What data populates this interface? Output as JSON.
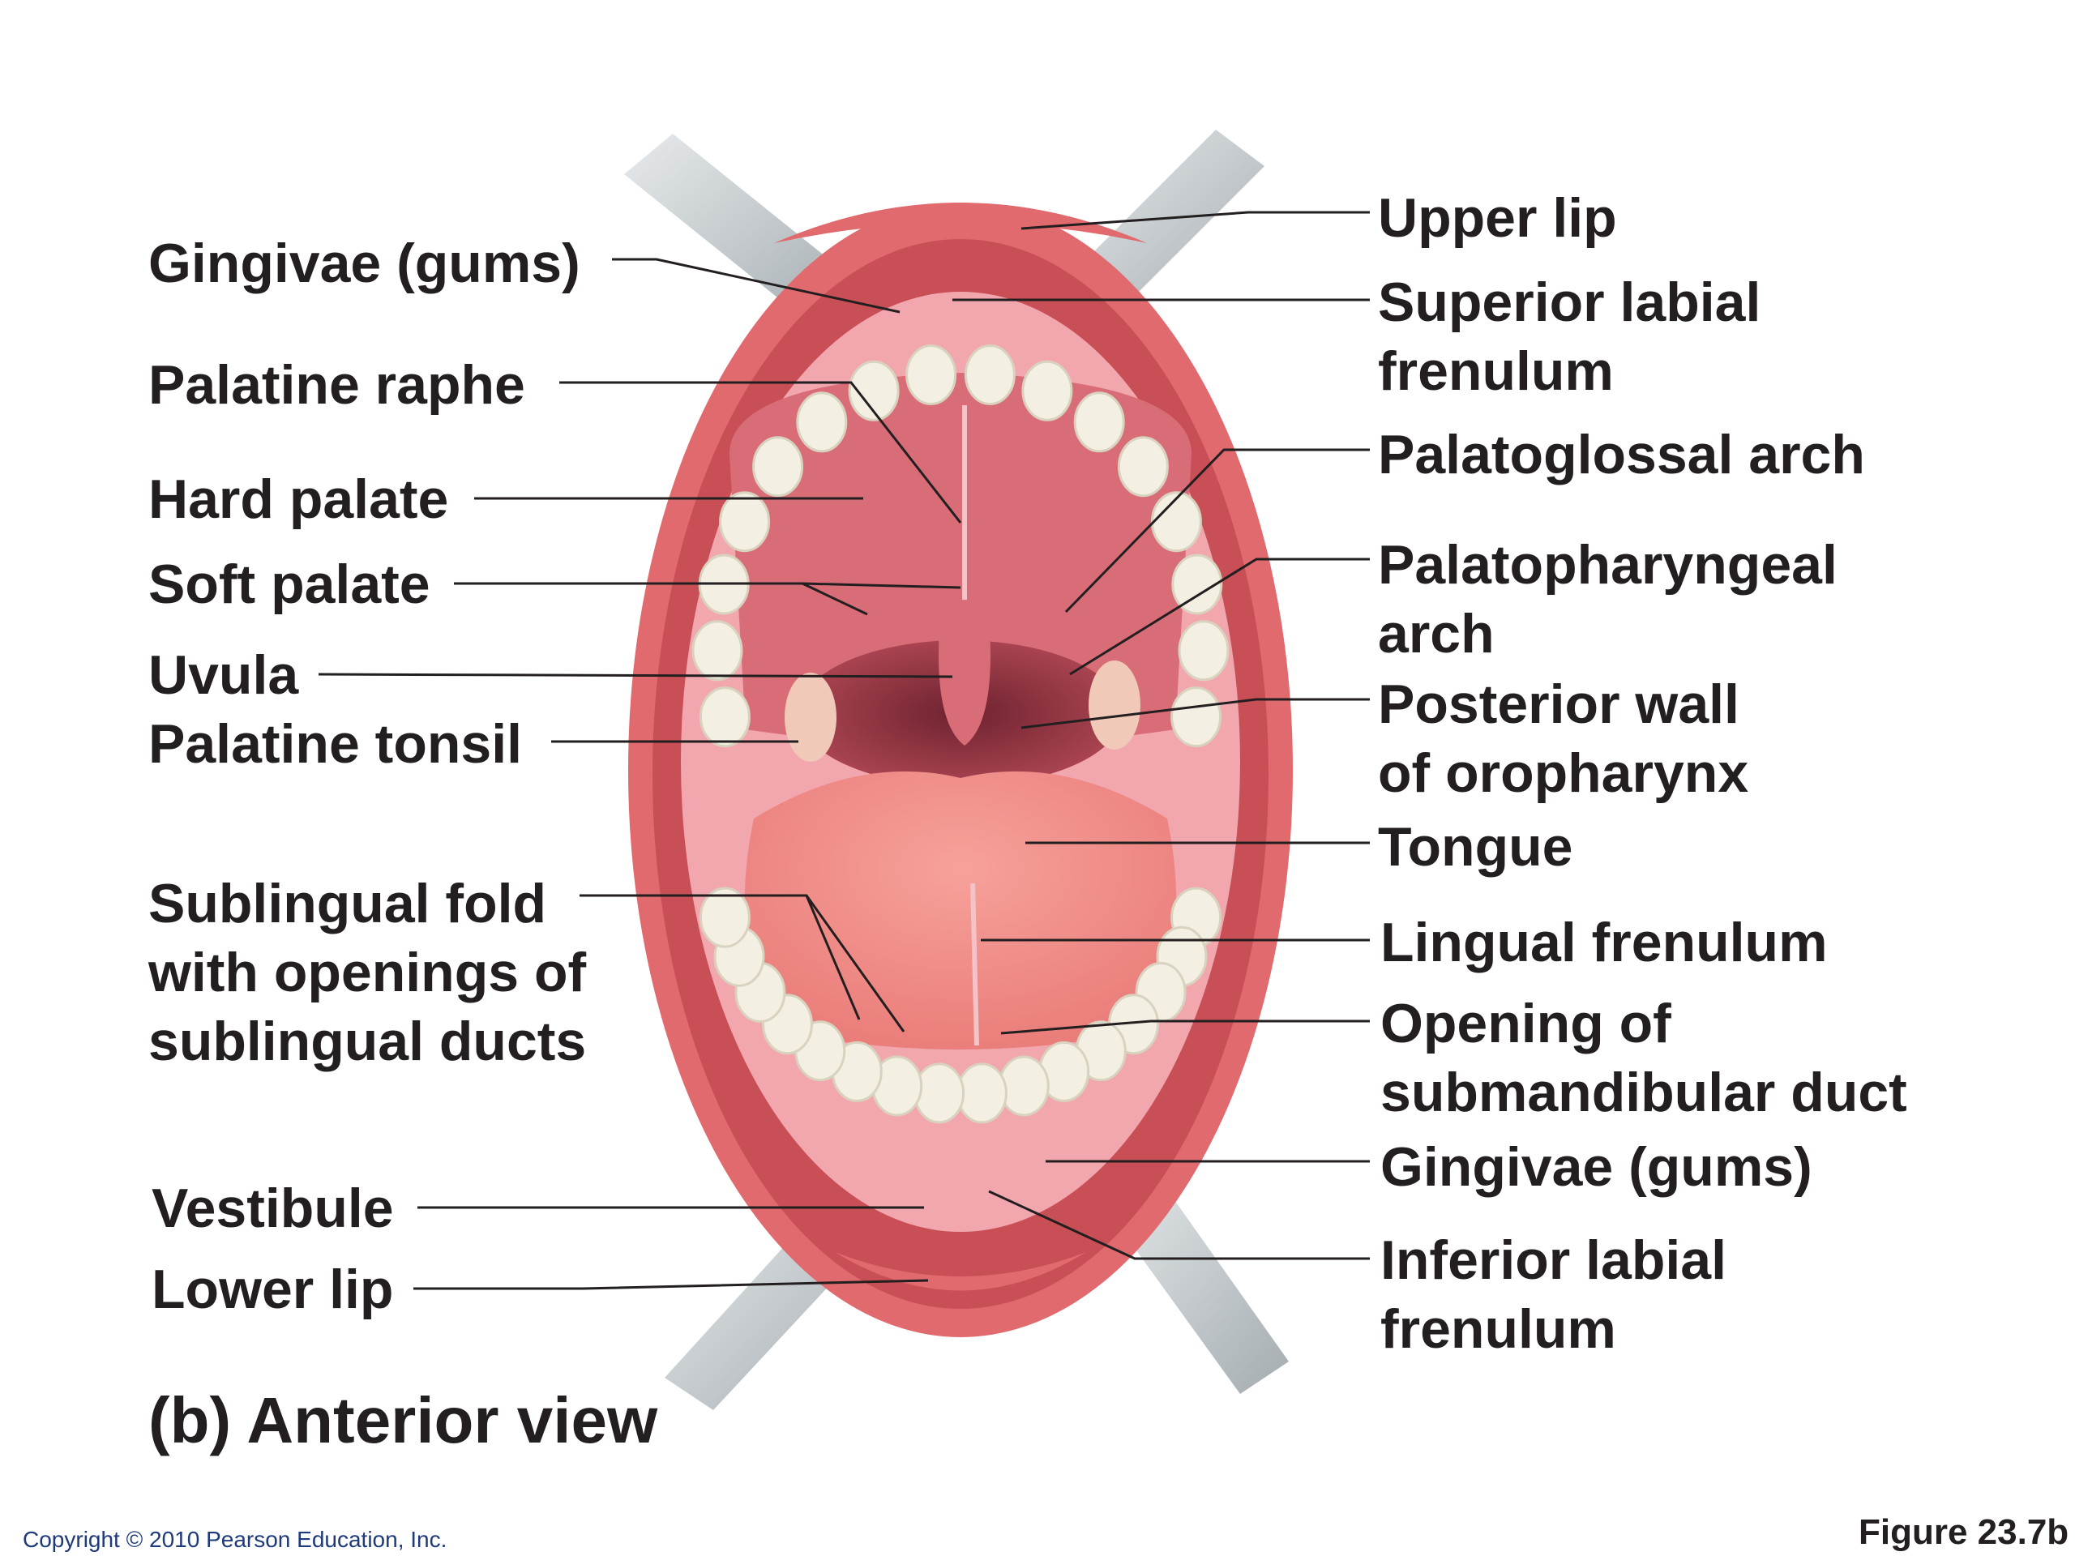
{
  "labels": {
    "gingivae_upper": "Gingivae (gums)",
    "palatine_raphe": "Palatine raphe",
    "hard_palate": "Hard palate",
    "soft_palate": "Soft palate",
    "uvula": "Uvula",
    "palatine_tonsil": "Palatine tonsil",
    "sublingual_fold": [
      "Sublingual fold",
      "with openings of",
      "sublingual ducts"
    ],
    "vestibule": "Vestibule",
    "lower_lip": "Lower lip",
    "upper_lip": "Upper lip",
    "superior_labial_frenulum": [
      "Superior labial",
      "frenulum"
    ],
    "palatoglossal_arch": "Palatoglossal arch",
    "palatopharyngeal_arch": [
      "Palatopharyngeal",
      "arch"
    ],
    "posterior_wall": [
      "Posterior wall",
      "of oropharynx"
    ],
    "tongue": "Tongue",
    "lingual_frenulum": "Lingual frenulum",
    "submandibular_opening": [
      "Opening of",
      "submandibular duct"
    ],
    "gingivae_lower": "Gingivae (gums)",
    "inferior_labial_frenulum": [
      "Inferior labial",
      "frenulum"
    ]
  },
  "caption": "(b) Anterior view",
  "copyright": "Copyright © 2010 Pearson Education, Inc.",
  "figure_number": "Figure 23.7b",
  "colors": {
    "lip": "#e06a6e",
    "lip_dark": "#c94f56",
    "gum": "#f2a7ae",
    "palate": "#d86d78",
    "throat": "#a8424e",
    "tongue": "#f08a86",
    "tooth": "#f3efe2",
    "retractor": "#c9cfd3",
    "leader": "#231f20",
    "text": "#231f20"
  }
}
